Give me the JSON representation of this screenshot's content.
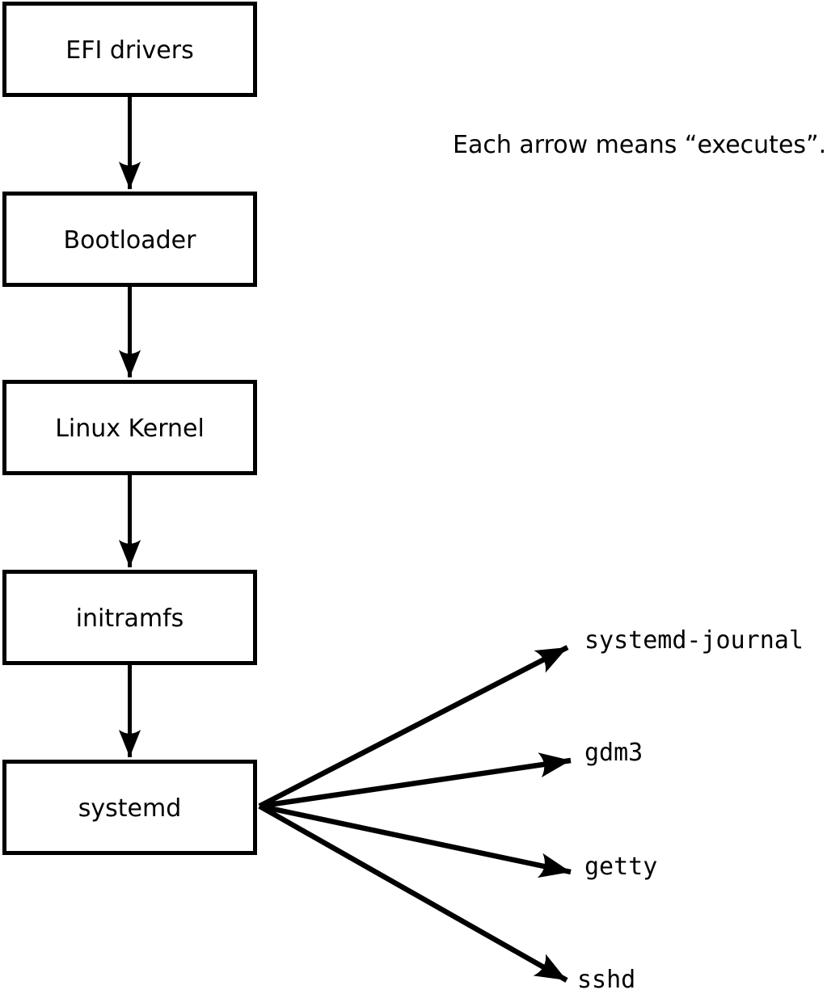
{
  "note": "Each arrow means “executes”.",
  "arrow_meaning": "executes",
  "boot_chain": [
    {
      "label": "EFI drivers"
    },
    {
      "label": "Bootloader"
    },
    {
      "label": "Linux Kernel"
    },
    {
      "label": "initramfs"
    },
    {
      "label": "systemd"
    }
  ],
  "spawned_processes": [
    {
      "label": "systemd-journal"
    },
    {
      "label": "gdm3"
    },
    {
      "label": "getty"
    },
    {
      "label": "sshd"
    }
  ],
  "colors": {
    "stroke": "#000000",
    "background": "#ffffff"
  }
}
